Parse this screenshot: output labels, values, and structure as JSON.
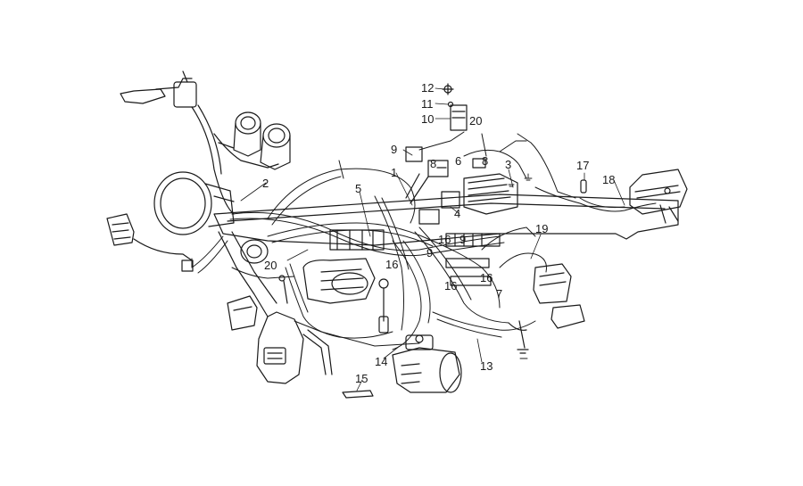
{
  "diagram": {
    "callouts": [
      "1",
      "2",
      "3",
      "4",
      "5",
      "6",
      "7",
      "8",
      "8",
      "9",
      "9",
      "9",
      "10",
      "11",
      "12",
      "13",
      "14",
      "15",
      "16",
      "16",
      "16",
      "16",
      "17",
      "18",
      "19",
      "20",
      "20"
    ]
  },
  "colors": {
    "line": "#1a1a1a",
    "background": "#ffffff"
  }
}
